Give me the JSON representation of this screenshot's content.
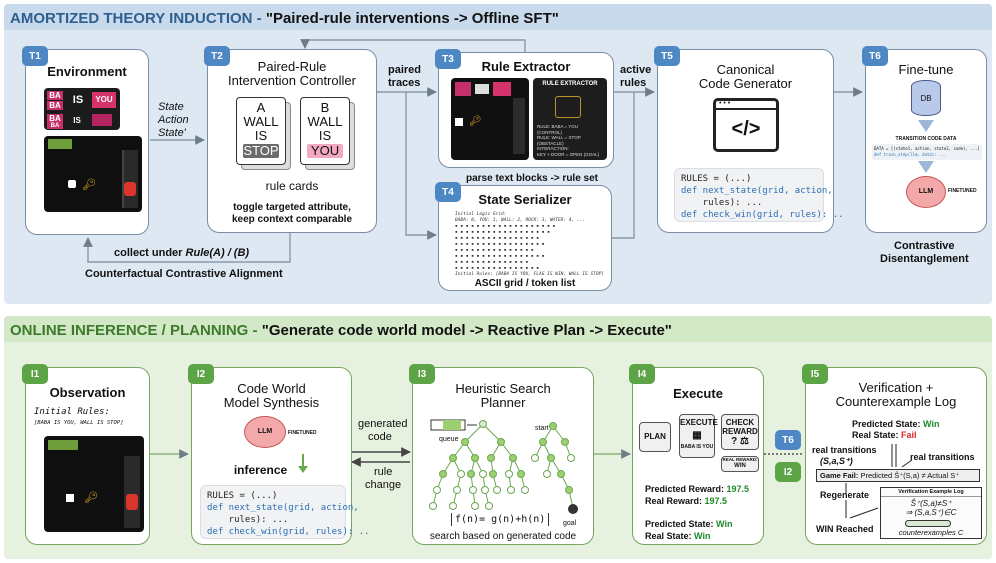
{
  "top_band": {
    "title": "AMORTIZED THEORY INDUCTION",
    "sep": " - ",
    "subtitle": "\"Paired-rule interventions -> Offline SFT\""
  },
  "bottom_band": {
    "title": "ONLINE INFERENCE / PLANNING",
    "sep": " - ",
    "subtitle": "\"Generate code world model -> Reactive Plan -> Execute\""
  },
  "t1": {
    "badge": "T1",
    "title": "Environment",
    "arrow_label": [
      "State",
      "Action",
      "State'"
    ],
    "tiles": [
      "BA",
      "BA",
      "IS",
      "YOU",
      "BA",
      "BA",
      "IS"
    ]
  },
  "t2": {
    "badge": "T2",
    "title_line1": "Paired-Rule",
    "title_line2": "Intervention Controller",
    "card_a": {
      "letter": "A",
      "w1": "WALL",
      "w2": "IS",
      "w3": "STOP"
    },
    "card_b": {
      "letter": "B",
      "w1": "WALL",
      "w2": "IS",
      "w3": "YOU"
    },
    "cards_label": "rule cards",
    "desc1": "toggle targeted attribute,",
    "desc2": "keep context comparable",
    "collect_label": "collect under ",
    "collect_rule": "Rule(A) / (B)",
    "footer": "Counterfactual Contrastive Alignment",
    "traces_label1": "paired",
    "traces_label2": "traces"
  },
  "t3": {
    "badge": "T3",
    "title": "Rule Extractor",
    "panel_title": "RULE EXTRACTOR",
    "panel_lines": [
      "RULE: BABA = YOU",
      "(CONTROL)",
      "RULE: WALL = STOP",
      "(OBSTACLE)",
      "INTERACTION:",
      "KEY + DOOR = OPEN (GOAL)"
    ],
    "caption": "parse text blocks -> rule set",
    "active_label1": "active",
    "active_label2": "rules"
  },
  "t4": {
    "badge": "T4",
    "title": "State Serializer",
    "ascii_head": "Initial Logic Grid:",
    "ascii_row": "BABA: 0,  YOU: 1,  WALL: 2,  ROCK: 3,  WATER: 4, ...",
    "ascii_foot": "Initial Rules: [BABA IS YOU, FLAG IS WIN, WALL IS STOP]",
    "caption": "ASCII grid / token list"
  },
  "t5": {
    "badge": "T5",
    "title_line1": "Canonical",
    "title_line2": "Code Generator",
    "code": [
      "RULES = (...)",
      "def next_state(grid, action,",
      "    rules): ...",
      "def check_win(grid, rules): .."
    ]
  },
  "t6": {
    "badge": "T6",
    "title": "Fine-tune",
    "db": "DB",
    "tcd": "TRANSITION CODE DATA",
    "data_line": "DATA = [(state1, action, state2, code), ...]",
    "train_line": "def train_step(llm, data): ...",
    "llm": "LLM",
    "finetuned": "FINETUNED",
    "caption1": "Contrastive",
    "caption2": "Disentanglement"
  },
  "i1": {
    "badge": "I1",
    "title": "Observation",
    "rules_label": "Initial Rules:",
    "rules": "[BABA IS YOU, WALL IS STOP]"
  },
  "i2": {
    "badge": "I2",
    "title_line1": "Code World",
    "title_line2": "Model Synthesis",
    "llm": "LLM",
    "finetuned": "FINETUNED",
    "inference": "inference",
    "code": [
      "RULES = (...)",
      "def next_state(grid, action,",
      "    rules): ...",
      "def check_win(grid, rules): .."
    ],
    "gen_label1": "generated",
    "gen_label2": "code",
    "change_label1": "rule",
    "change_label2": "change"
  },
  "i3": {
    "badge": "I3",
    "title_line1": "Heuristic Search",
    "title_line2": "Planner",
    "queue": "queue",
    "start": "start",
    "goal": "goal",
    "formula": "f(n)= g(n)+h(n)",
    "caption": "search based on generated code"
  },
  "i4": {
    "badge": "I4",
    "title": "Execute",
    "plan": "PLAN",
    "execute": "EXECUTE",
    "baba_you": "BABA IS YOU",
    "check_reward1": "CHECK",
    "check_reward2": "REWARD",
    "real_reward_win1": "REAL REWARD:",
    "real_reward_win2": "WIN",
    "pred_reward_label": "Predicted Reward: ",
    "pred_reward_value": "197.5",
    "real_reward_label": "Real Reward: ",
    "real_reward_value": "197.5",
    "pred_state_label": "Predicted State: ",
    "pred_state_value": "Win",
    "real_state_label": "Real State: ",
    "real_state_value": "Win",
    "side_badge_t6": "T6",
    "side_badge_i2": "I2"
  },
  "i5": {
    "badge": "I5",
    "title_line1": "Verification +",
    "title_line2": "Counterexample Log",
    "pred_state_label": "Predicted State: ",
    "pred_state_value": "Win",
    "real_state_label": "Real State: ",
    "real_state_value": "Fail",
    "real_trans_left": "real transitions",
    "real_trans_tuple": "(S,a,S⁺)",
    "real_trans_right": "real transitions",
    "fail_label": "Game Fail: ",
    "fail_text": "Predicted Ŝ⁺(S,a) ≠ Actual S⁺",
    "regenerate": "Regenerate",
    "win_reached": "WIN Reached",
    "log_title": "Verification Example Log",
    "log_line1": "Ŝ⁺(S,a)≠S⁺",
    "log_line2": "⇒ (S,a,S⁺)∈C",
    "counterexamples": "counterexamples C"
  },
  "colors": {
    "blue_accent": "#4d88c4",
    "green_accent": "#5da447",
    "win_green": "#1f8a2a",
    "fail_red": "#d62a2a"
  }
}
